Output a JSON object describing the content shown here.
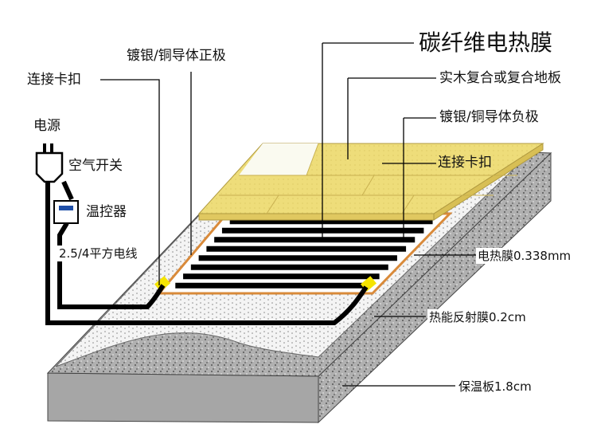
{
  "title": "碳纤维电热膜",
  "labels": {
    "floor": "实木复合或复合地板",
    "negative": "镀银/铜导体负极",
    "clip_right": "连接卡扣",
    "positive": "镀银/铜导体正极",
    "clip_left": "连接卡扣",
    "power": "电源",
    "breaker": "空气开关",
    "thermostat": "温控器",
    "wire": "2.5/4平方电线",
    "film": "电热膜0.338mm",
    "reflective": "热能反射膜0.2cm",
    "insulation": "保温板1.8cm"
  },
  "colors": {
    "wood": "#eedd7a",
    "insulation": "#a8a8a8",
    "reflective": "#f2f2f2",
    "film": "#000000",
    "clip": "#f5e400",
    "edge": "#d98a3a",
    "thermostat_screen": "#1f4fa8"
  }
}
